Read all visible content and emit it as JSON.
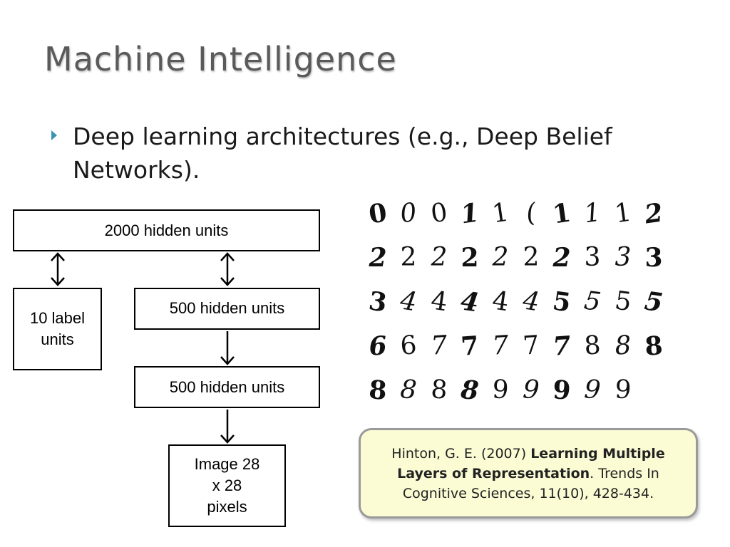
{
  "slide": {
    "title": "Machine Intelligence",
    "bullet": "Deep learning architectures (e.g., Deep Belief Networks)."
  },
  "diagram": {
    "top_layer": "2000 hidden units",
    "label_layer": "10 label units",
    "hidden_layer_2": "500 hidden units",
    "hidden_layer_1": "500 hidden units",
    "input_layer": "Image 28 x 28 pixels"
  },
  "digits": {
    "rows": [
      [
        "0",
        "0",
        "0",
        "1",
        "1",
        "(",
        "1",
        "1",
        "1",
        "2"
      ],
      [
        "2",
        "2",
        "2",
        "2",
        "2",
        "2",
        "2",
        "3",
        "3",
        "3"
      ],
      [
        "3",
        "4",
        "4",
        "4",
        "4",
        "4",
        "5",
        "5",
        "5",
        "5"
      ],
      [
        "6",
        "6",
        "7",
        "7",
        "7",
        "7",
        "7",
        "8",
        "8",
        "8"
      ],
      [
        "8",
        "8",
        "8",
        "8",
        "9",
        "9",
        "9",
        "9",
        "9"
      ]
    ]
  },
  "citation": {
    "prefix": "Hinton, G. E. (2007) ",
    "title": "Learning Multiple Layers of Representation",
    "suffix": ". Trends In Cognitive Sciences, 11(10), 428-434."
  }
}
